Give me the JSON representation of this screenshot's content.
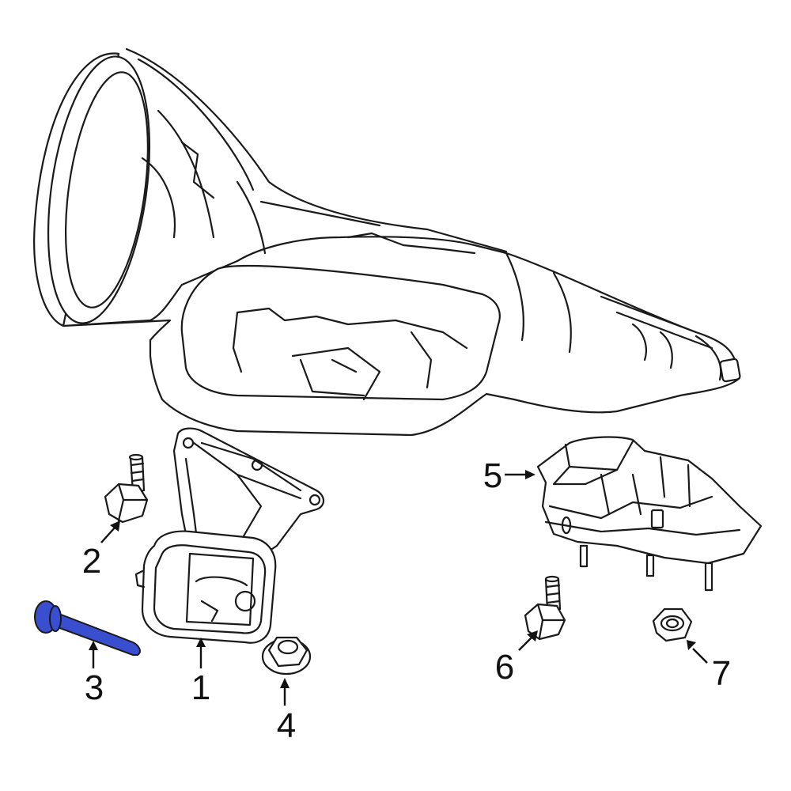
{
  "diagram": {
    "callouts": [
      "1",
      "2",
      "3",
      "4",
      "5",
      "6",
      "7"
    ],
    "highlight_color": "#3a4fd0",
    "highlighted_part": "3",
    "line_color": "#1a1a1a"
  }
}
